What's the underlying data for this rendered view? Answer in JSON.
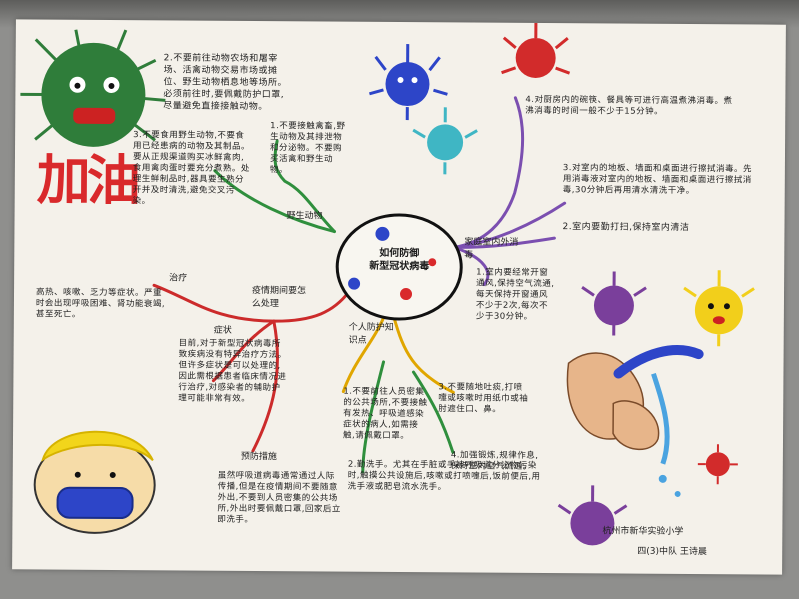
{
  "title_chars": [
    "加",
    "油"
  ],
  "center": {
    "title_line1": "如何防御",
    "title_line2": "新型冠状病毒"
  },
  "branches": {
    "wild_animals": "野生动物",
    "disinfection": "家庭室内外消毒",
    "personal": "个人防护知识点",
    "infected": "疫情期间要怎么处理",
    "treatment": "治疗",
    "symptoms": "症状",
    "protection": "预防措施"
  },
  "notes": {
    "n1": "1.不要接触禽畜,野生动物及其排泄物和分泌物。不要购买活禽和野生动物。",
    "n2": "2.不要前往动物农场和屠宰场、活禽动物交易市场或摊位、野生动物栖息地等场所。必须前往时,要佩戴防护口罩,尽量避免直接接触动物。",
    "n3": "3.不要食用野生动物,不要食用已经患病的动物及其制品。要从正规渠道购买冰鲜禽肉,食用禽肉蛋时要充分煮熟。处理生鲜制品时,器具要生熟分开并及时清洗,避免交叉污染。",
    "n4": "4.对厨房内的碗筷、餐具等可进行高温煮沸消毒。煮沸消毒的时间一般不少于15分钟。",
    "n5": "3.对室内的地板、墙面和桌面进行擦拭消毒。先用消毒液对室内的地板、墙面和桌面进行擦拭消毒,30分钟后再用清水清洗干净。",
    "n6": "2.室内要勤打扫,保持室内清洁",
    "n7": "1.室内要经常开窗通风,保持空气流通,每天保持开窗通风不少于2次,每次不少于30分钟。",
    "n8": "高热、咳嗽、乏力等症状。严重时会出现呼吸困难、肾功能衰竭,甚至死亡。",
    "n9": "目前,对于新型冠状病毒所致疾病没有特异治疗方法。但许多症状是可以处理的,因此需根据患者临床情况进行治疗,对感染者的辅助护理可能非常有效。",
    "n10": "虽然呼吸道病毒通常通过人际传播,但是在疫情期间不要随意外出,不要到人员密集的公共场所,外出时要佩戴口罩,回家后立即洗手。",
    "n11": "1.不要前往人员密集的公共场所,不要接触有发热、呼吸道感染症状的病人,如需接触,请佩戴口罩。",
    "n12": "2.勤洗手。尤其在手脏或手被呼吸道分泌物污染时,触摸公共设施后,咳嗽或打喷嚏后,饭前便后,用洗手液或肥皂流水洗手。",
    "n13": "3.不要随地吐痰,打喷嚏或咳嗽时用纸巾或袖肘遮住口、鼻。",
    "n14": "4.加强锻炼,规律作息,保持室内空气流通。"
  },
  "credit": {
    "school": "杭州市新华实验小学",
    "class_name": "四(3)中队  王诗晨"
  },
  "colors": {
    "title_red": "#d9292b",
    "virus_green": "#2f7d3a",
    "virus_blue": "#2d45c8",
    "virus_red": "#d22b2b",
    "virus_teal": "#3fb6c4",
    "virus_purple": "#7a3f9b",
    "virus_yellow": "#f2cf1b"
  },
  "icons": [
    "virus-icon",
    "face-mask-icon",
    "hand-washing-icon",
    "faucet-icon"
  ]
}
